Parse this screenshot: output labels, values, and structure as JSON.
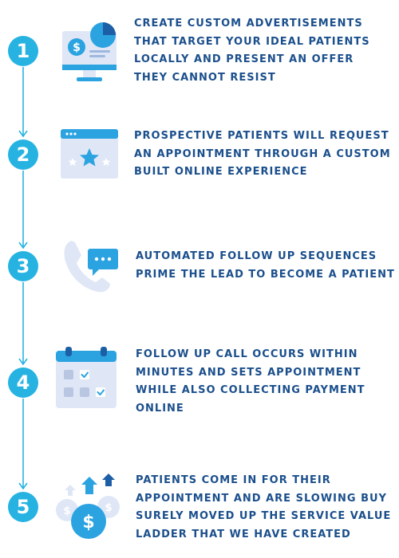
{
  "steps": [
    {
      "number": "1",
      "icon": "monitor-ad-icon",
      "text": "CREATE CUSTOM ADVERTISEMENTS THAT TARGET YOUR IDEAL PATIENTS LOCALLY AND PRESENT AN OFFER THEY CANNOT RESIST"
    },
    {
      "number": "2",
      "icon": "browser-rating-icon",
      "text": "PROSPECTIVE PATIENTS WILL REQUEST AN APPOINTMENT THROUGH A CUSTOM BUILT ONLINE EXPERIENCE"
    },
    {
      "number": "3",
      "icon": "phone-chat-icon",
      "text": "AUTOMATED FOLLOW UP SEQUENCES PRIME THE LEAD TO BECOME A PATIENT"
    },
    {
      "number": "4",
      "icon": "calendar-icon",
      "text": "FOLLOW UP CALL OCCURS WITHIN MINUTES AND SETS APPOINTMENT WHILE ALSO COLLECTING PAYMENT ONLINE"
    },
    {
      "number": "5",
      "icon": "money-growth-icon",
      "text": "PATIENTS COME IN FOR THEIR APPOINTMENT AND ARE SLOWING BUY SURELY MOVED UP THE SERVICE VALUE LADDER THAT WE HAVE CREATED"
    }
  ],
  "icon_glyphs": {
    "currency": "$"
  },
  "colors": {
    "accent": "#27b3e2",
    "text": "#1b4f8c",
    "icon_light": "#dfe7f7",
    "icon_blue": "#2ba3e0",
    "icon_dark": "#1d5fa6"
  }
}
